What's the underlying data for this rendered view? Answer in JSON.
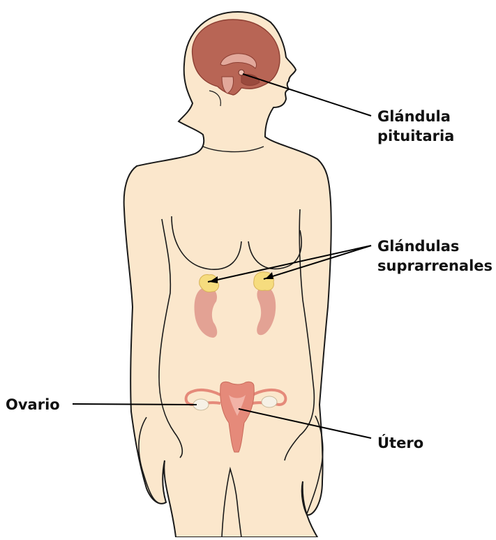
{
  "labels": {
    "pituitary": [
      "Glándula",
      "pituitaria"
    ],
    "adrenal": [
      "Glándulas",
      "suprarrenales"
    ],
    "ovary": "Ovario",
    "uterus": "Útero"
  },
  "colors": {
    "skin": "#fbe7cc",
    "outline": "#1a1a1a",
    "brain": "#b86555",
    "brain_dark": "#8c3f33",
    "kidney": "#e3a294",
    "adrenal": "#f6dc7e",
    "uterus": "#e58a7a",
    "ovary": "#f6f1e6",
    "leader": "#000000"
  }
}
